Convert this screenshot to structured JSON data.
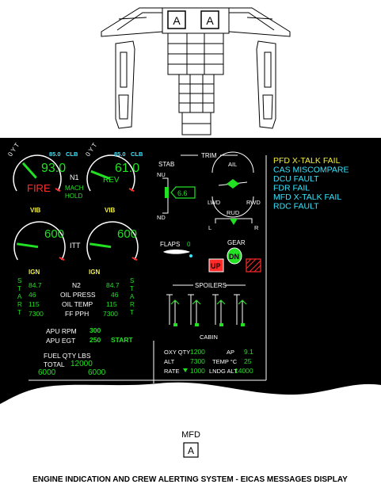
{
  "colors": {
    "white": "#ffffff",
    "green": "#22e022",
    "cyan": "#35e6ff",
    "yellow": "#f2ef3a",
    "red": "#ff2a2a",
    "black": "#000000"
  },
  "cockpit": {
    "screen_label_left": "A",
    "screen_label_right": "A"
  },
  "mfd": {
    "label": "MFD",
    "marker": "A"
  },
  "caption": "ENGINE INDICATION AND CREW ALERTING SYSTEM - EICAS MESSAGES DISPLAY",
  "eicas": {
    "n1_left": {
      "target": "85.0",
      "mode": "CLB",
      "value": "93.0",
      "status": "FIRE",
      "vib": "VIB",
      "level": 0.93
    },
    "n1_right": {
      "target": "85.0",
      "mode": "CLB",
      "value": "61.0",
      "status": "REV",
      "vib": "VIB",
      "level": 0.61
    },
    "n1_label": "N1",
    "mach_hold": [
      "MACH",
      "HOLD"
    ],
    "itt_left": {
      "value": "600",
      "ign": "IGN",
      "level": 0.55
    },
    "itt_right": {
      "value": "600",
      "ign": "IGN",
      "level": 0.55
    },
    "itt_label": "ITT",
    "start_letters": [
      "S",
      "T",
      "A",
      "R",
      "T"
    ],
    "n2": {
      "label": "N2",
      "left": "84.7",
      "right": "84.7"
    },
    "oil_press": {
      "label": "OIL PRESS",
      "left": "46",
      "right": "46"
    },
    "oil_temp": {
      "label": "OIL TEMP",
      "left": "115",
      "right": "115"
    },
    "ff_pph": {
      "label": "FF PPH",
      "left": "7300",
      "right": "7300"
    },
    "apu": {
      "rpm_label": "APU RPM",
      "rpm": "300",
      "egt_label": "APU EGT",
      "egt": "250",
      "status": "START"
    },
    "fuel": {
      "label": "FUEL QTY LBS",
      "total_label": "TOTAL",
      "total": "12000",
      "left": "6000",
      "right": "6000"
    },
    "trim": {
      "title": "TRIM",
      "stab_label": "STAB",
      "nu": "NU",
      "nd": "ND",
      "stab_value": "6.6",
      "ail_label": "AIL",
      "lwd": "LWD",
      "rwd": "RWD",
      "rud_label": "RUD",
      "rud_l": "L",
      "rud_r": "R"
    },
    "flaps": {
      "label": "FLAPS",
      "value": "0"
    },
    "gear": {
      "label": "GEAR",
      "left": "UP",
      "nose": "DN"
    },
    "spoilers": {
      "label": "SPOILERS"
    },
    "cabin": {
      "title": "CABIN",
      "oxy_label": "OXY QTY",
      "oxy": "1200",
      "ap_label": "AP",
      "ap": "9.1",
      "alt_label": "ALT",
      "alt": "7300",
      "temp_label": "TEMP °C",
      "temp": "25",
      "rate_label": "RATE",
      "rate": "1000",
      "lndg_label": "LNDG ALT",
      "lndg": "14000"
    },
    "messages": [
      {
        "text": "PFD X-TALK FAIL",
        "color": "#f2ef3a"
      },
      {
        "text": "CAS MISCOMPARE",
        "color": "#35e6ff"
      },
      {
        "text": "DCU FAULT",
        "color": "#35e6ff"
      },
      {
        "text": "FDR FAIL",
        "color": "#35e6ff"
      },
      {
        "text": "MFD X-TALK FAIL",
        "color": "#35e6ff"
      },
      {
        "text": "RDC FAULT",
        "color": "#35e6ff"
      }
    ]
  }
}
